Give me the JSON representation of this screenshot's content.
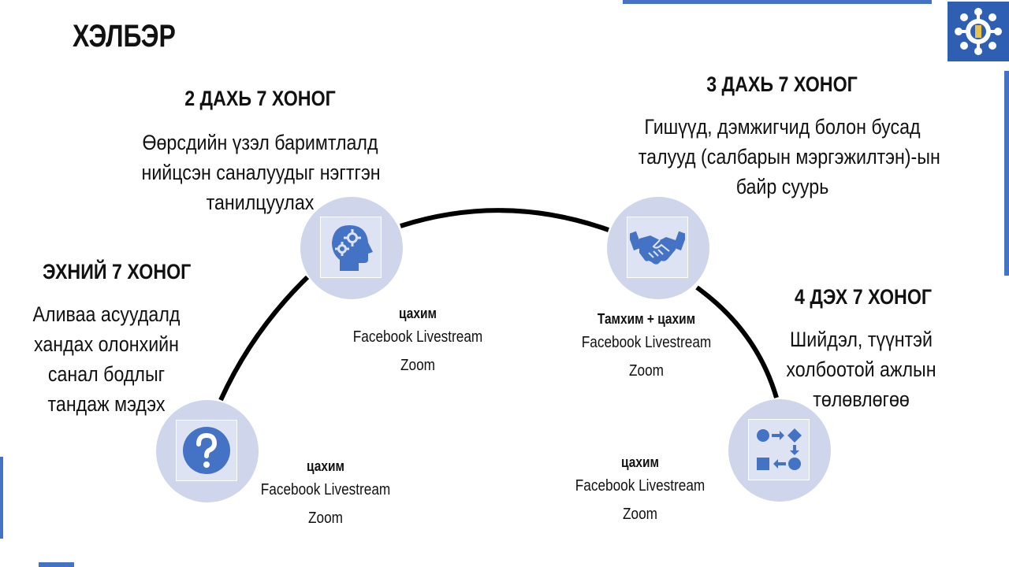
{
  "title": "ХЭЛБЭР",
  "logo": {
    "icon": "soyombo-emblem-icon",
    "bg": "#2f5fb3"
  },
  "accent": "#4472c4",
  "node_color": "#cfd5ea",
  "icon_color": "#4472c4",
  "stages": [
    {
      "heading": "ЭХНИЙ 7 ХОНОГ",
      "lines": [
        "Аливаа асуудалд",
        "хандах олонхийн",
        "санал бодлыг",
        "тандаж мэдэх"
      ],
      "icon": "question-mark-icon",
      "mode": "цахим",
      "channels": [
        "Facebook Livestream",
        "Zoom"
      ]
    },
    {
      "heading": "2 ДАХЬ 7 ХОНОГ",
      "lines": [
        "Өөрсдийн үзэл баримтлалд",
        "нийцсэн саналуудыг нэгтгэн",
        "танилцуулах"
      ],
      "icon": "head-gears-icon",
      "mode": "цахим",
      "channels": [
        "Facebook Livestream",
        "Zoom"
      ]
    },
    {
      "heading": "3 ДАХЬ 7 ХОНОГ",
      "lines": [
        "Гишүүд, дэмжигчид болон бусад",
        "талууд (салбарын мэргэжилтэн)-ын",
        "байр суурь"
      ],
      "icon": "handshake-icon",
      "mode": "Тамхим + цахим",
      "channels": [
        "Facebook Livestream",
        "Zoom"
      ]
    },
    {
      "heading": "4 ДЭХ 7 ХОНОГ",
      "lines": [
        "Шийдэл, түүнтэй",
        "холбоотой ажлын",
        "төлөвлөгөө"
      ],
      "icon": "process-flow-icon",
      "mode": "цахим",
      "channels": [
        "Facebook Livestream",
        "Zoom"
      ]
    }
  ]
}
